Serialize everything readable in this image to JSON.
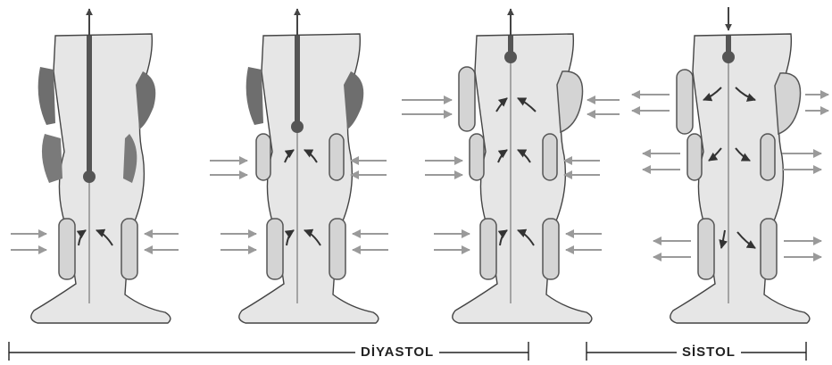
{
  "phases": {
    "diastole_label": "DİYASTOL",
    "systole_label": "SİSTOL"
  },
  "colors": {
    "leg_fill": "#e6e6e6",
    "leg_stroke": "#444444",
    "cuff_dark": "#6e6e6e",
    "cuff_light": "#d4d4d4",
    "vessel": "#555555",
    "arrow": "#9a9a9a",
    "flow_arrow": "#333333"
  },
  "panels": [
    {
      "name": "stage-1",
      "cuffs_inflated": [
        "calf"
      ],
      "blood_flow": "up"
    },
    {
      "name": "stage-2",
      "cuffs_inflated": [
        "calf",
        "thigh-lower"
      ],
      "blood_flow": "up"
    },
    {
      "name": "stage-3",
      "cuffs_inflated": [
        "calf",
        "thigh-lower",
        "thigh-upper"
      ],
      "blood_flow": "up"
    },
    {
      "name": "stage-4",
      "cuffs_inflated": [],
      "blood_flow": "down"
    }
  ]
}
